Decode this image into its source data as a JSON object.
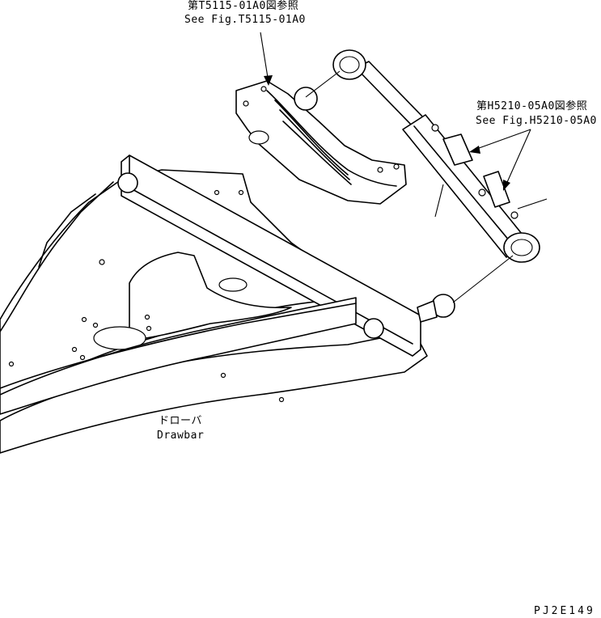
{
  "callouts": {
    "top": {
      "jp": "第T5115-01A0図参照",
      "en": "See Fig.T5115-01A0"
    },
    "right": {
      "jp": "第H5210-05A0図参照",
      "en": "See Fig.H5210-05A0"
    }
  },
  "part": {
    "jp": "ドローバ",
    "en": "Drawbar"
  },
  "code": "PJ2E149"
}
